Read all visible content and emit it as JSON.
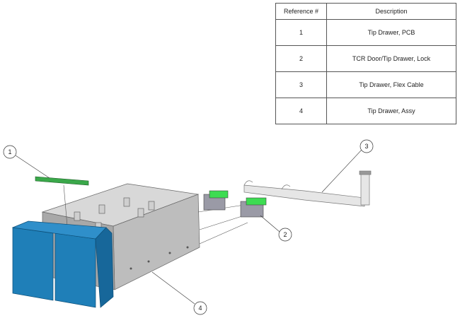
{
  "table": {
    "headers": [
      "Reference #",
      "Description"
    ],
    "rows": [
      {
        "ref": "1",
        "description": "Tip Drawer, PCB"
      },
      {
        "ref": "2",
        "description": "TCR Door/Tip Drawer, Lock"
      },
      {
        "ref": "3",
        "description": "Tip Drawer, Flex Cable"
      },
      {
        "ref": "4",
        "description": "Tip Drawer, Assy"
      }
    ]
  },
  "callouts": [
    "1",
    "2",
    "3",
    "4"
  ],
  "colors": {
    "front_panel": "#1f7fb8",
    "pcb": "#3aa84a",
    "body": "#b9b9b9"
  }
}
